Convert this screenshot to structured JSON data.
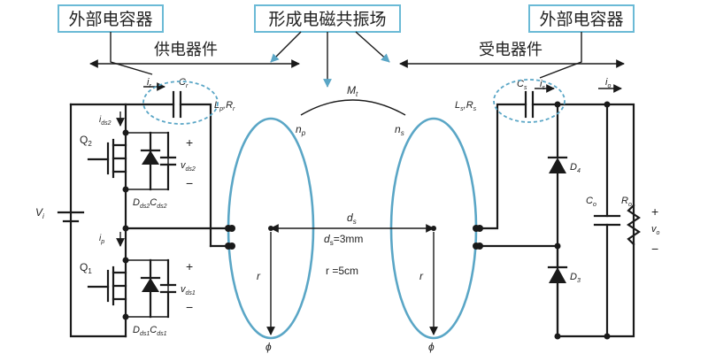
{
  "callouts": {
    "left": "外部电容器",
    "center": "形成电磁共振场",
    "right": "外部电容器"
  },
  "sections": {
    "supply": "供电器件",
    "receive": "受电器件"
  },
  "primary": {
    "source_label": "V",
    "source_sub": "i",
    "current_top": "i",
    "current_top_sub": "r",
    "cap_label": "C",
    "cap_sub": "r",
    "inductor_label": "L",
    "inductor_sub": "p",
    "resistor_label": "R",
    "resistor_sub": "r",
    "q2": "Q",
    "q2_sub": "2",
    "q1": "Q",
    "q1_sub": "1",
    "i_ds2": "i",
    "i_ds2_sub": "ds2",
    "i_ds1": "i",
    "i_ds1_sub": "p",
    "v_ds2": "v",
    "v_ds2_sub": "ds2",
    "v_ds1": "v",
    "v_ds1_sub": "ds1",
    "d_ds2": "D",
    "d_ds2_sub": "ds2",
    "c_ds2": "C",
    "c_ds2_sub": "ds2",
    "d_ds1": "D",
    "d_ds1_sub": "ds1",
    "c_ds1": "C",
    "c_ds1_sub": "ds1",
    "plus": "+",
    "minus": "−"
  },
  "coupling": {
    "mutual": "M",
    "mutual_sub": "t",
    "np": "n",
    "np_sub": "p",
    "ns": "n",
    "ns_sub": "s",
    "distance": "d",
    "distance_sub": "s",
    "distance_value": "=3mm",
    "radius_left": "r",
    "radius_right": "r",
    "radius_value": "r =5cm",
    "phi_left": "ϕ",
    "phi_right": "ϕ"
  },
  "secondary": {
    "inductor_label": "L",
    "inductor_sub": "s",
    "resistor_label": "R",
    "resistor_sub": "s",
    "cap_label": "C",
    "cap_sub": "s",
    "current_in": "i",
    "current_in_sub": "s",
    "current_out": "i",
    "current_out_sub": "o",
    "d4": "D",
    "d4_sub": "4",
    "d3": "D",
    "d3_sub": "3",
    "co": "C",
    "co_sub": "o",
    "ro": "R",
    "ro_sub": "o",
    "vo": "v",
    "vo_sub": "o",
    "plus": "+",
    "minus": "−"
  }
}
